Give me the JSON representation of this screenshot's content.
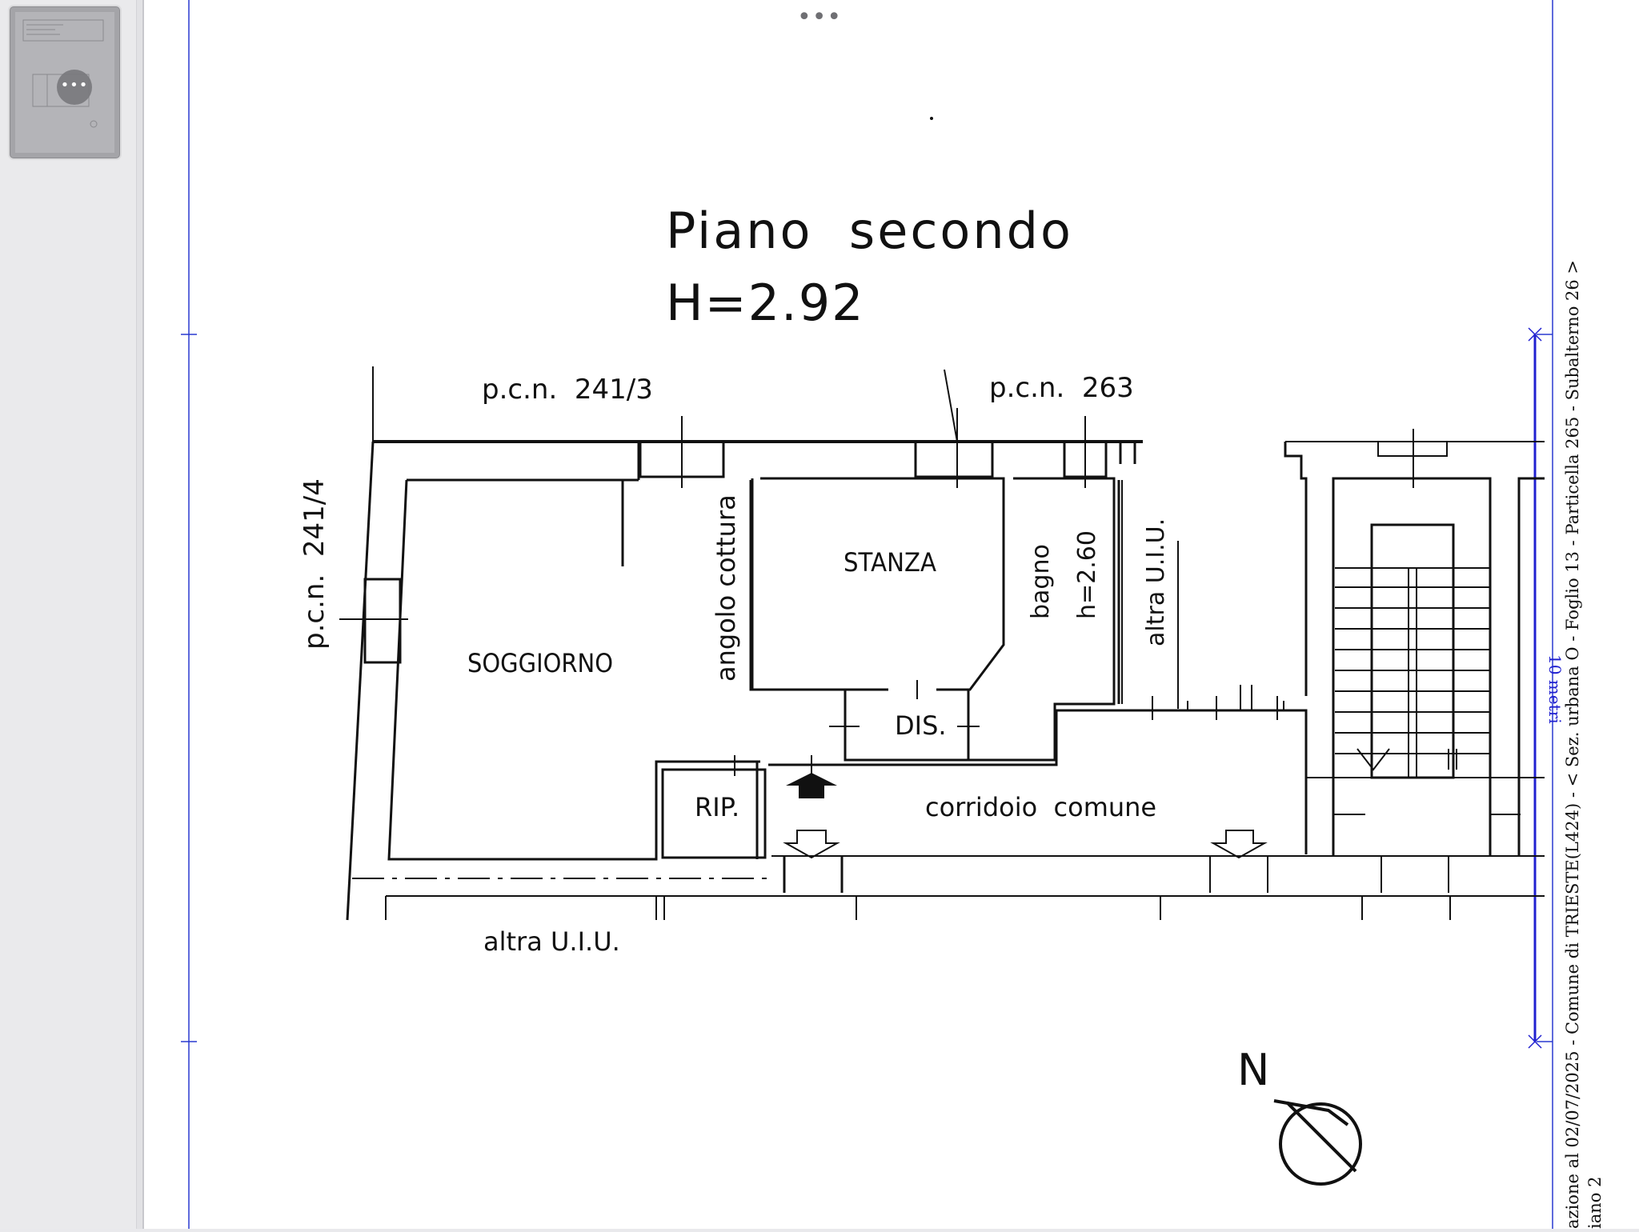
{
  "viewer": {
    "thumbnail_more_glyph": "•••",
    "drag_handle_glyph": "•••"
  },
  "plan": {
    "title": "Piano  secondo",
    "height_label": "H=2.92",
    "labels": {
      "pcn_2413": "p.c.n.  241/3",
      "pcn_263": "p.c.n.  263",
      "pcn_2414": "p.c.n.  241/4",
      "soggiorno": "SOGGIORNO",
      "angolo_cottura": "angolo cottura",
      "stanza": "STANZA",
      "bagno": "bagno",
      "bagno_h": "h=2.60",
      "altra_uiu_vertical": "altra U.I.U.",
      "dis": "DIS.",
      "rip": "RIP.",
      "corridoio": "corridoio  comune",
      "altra_uiu_bottom": "altra U.I.U.",
      "north": "N",
      "scale": "10 metri"
    },
    "margin_text_line1": "azione al 02/07/2025 - Comune di TRIESTE(L424) - < Sez. urbana O -  Foglio 13 - Particella  265 - Subalterno 26 >",
    "margin_text_line2": "iano 2"
  }
}
